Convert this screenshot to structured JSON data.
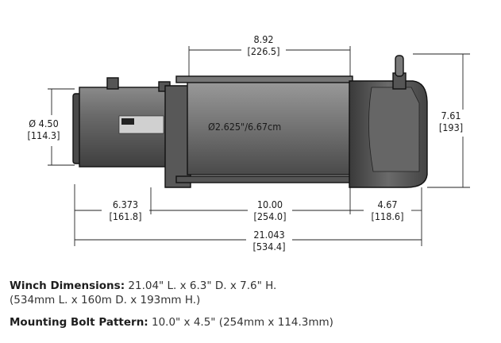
{
  "dimensions": {
    "top_width": {
      "value": "8.92",
      "metric": "[226.5]"
    },
    "diameter": {
      "value": "Ø 4.50",
      "metric": "[114.3]"
    },
    "height": {
      "value": "7.61",
      "metric": "[193]"
    },
    "drum": "Ø2.625\"/6.67cm",
    "left_offset": {
      "value": "6.373",
      "metric": "[161.8]"
    },
    "bolt_spacing": {
      "value": "10.00",
      "metric": "[254.0]"
    },
    "right_offset": {
      "value": "4.67",
      "metric": "[118.6]"
    },
    "overall": {
      "value": "21.043",
      "metric": "[534.4]"
    }
  },
  "specs": {
    "winch_label": "Winch Dimensions:",
    "winch_value": "21.04\" L. x 6.3\" D. x 7.6\" H.",
    "winch_metric": "(534mm L. x 160m D. x 193mm H.)",
    "bolt_label": "Mounting Bolt Pattern:",
    "bolt_value": "10.0\" x 4.5\" (254mm x 114.3mm)"
  },
  "colors": {
    "motor": "#5f5f5f",
    "drum": "#6d6d6d",
    "gearbox": "#565656"
  }
}
